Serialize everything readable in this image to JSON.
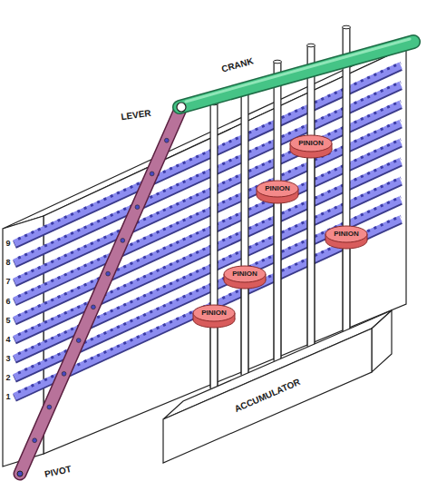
{
  "diagram": {
    "nodes": [
      {
        "text": [
          "PINION"
        ]
      },
      {
        "text": [
          "PINION"
        ]
      },
      {
        "text": [
          "PINION"
        ]
      },
      {
        "text": [
          "PINION"
        ]
      },
      {
        "text": [
          "PINION"
        ]
      },
      {
        "text": [
          "ACCUMULATOR"
        ]
      }
    ],
    "edges": [
      {
        "from": 0,
        "to": 5,
        "arrow": "none"
      },
      {
        "from": 1,
        "to": 5,
        "arrow": "none"
      },
      {
        "from": 2,
        "to": 5,
        "arrow": "none"
      },
      {
        "from": 3,
        "to": 5,
        "arrow": "none"
      },
      {
        "from": 4,
        "to": 5,
        "arrow": "none"
      }
    ],
    "labels": [
      "CRANK",
      "LEVER",
      "PIVOT",
      "9",
      "8",
      "7",
      "6",
      "5",
      "4",
      "3",
      "2",
      "1"
    ]
  }
}
